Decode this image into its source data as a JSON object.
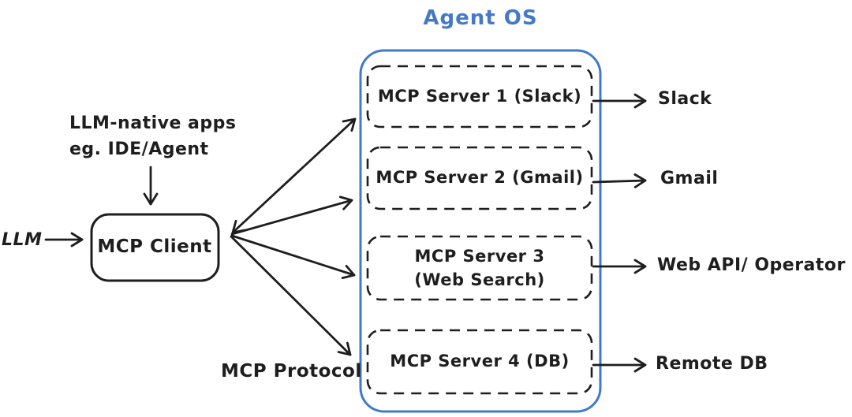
{
  "diagram": {
    "title": "Agent OS",
    "llm_label": "LLM",
    "apps_label_line1": "LLM-native apps",
    "apps_label_line2": "eg. IDE/Agent",
    "client_label": "MCP Client",
    "protocol_label": "MCP Protocol",
    "servers": [
      {
        "label": "MCP Server 1 (Slack)",
        "target": "Slack"
      },
      {
        "label": "MCP Server 2 (Gmail)",
        "target": "Gmail"
      },
      {
        "label_line1": "MCP Server 3",
        "label_line2": "(Web Search)",
        "target": "Web API/ Operator"
      },
      {
        "label": "MCP Server 4 (DB)",
        "target": "Remote DB"
      }
    ],
    "connections": [
      {
        "from": "LLM",
        "to": "MCP Client",
        "bidirectional": false
      },
      {
        "from": "LLM-native apps eg. IDE/Agent",
        "to": "MCP Client",
        "bidirectional": false
      },
      {
        "from": "MCP Client",
        "to": "MCP Server 1 (Slack)",
        "bidirectional": true,
        "label": "MCP Protocol"
      },
      {
        "from": "MCP Client",
        "to": "MCP Server 2 (Gmail)",
        "bidirectional": false,
        "label": "MCP Protocol"
      },
      {
        "from": "MCP Client",
        "to": "MCP Server 3 (Web Search)",
        "bidirectional": false,
        "label": "MCP Protocol"
      },
      {
        "from": "MCP Client",
        "to": "MCP Server 4 (DB)",
        "bidirectional": false,
        "label": "MCP Protocol"
      },
      {
        "from": "MCP Server 1 (Slack)",
        "to": "Slack",
        "bidirectional": false
      },
      {
        "from": "MCP Server 2 (Gmail)",
        "to": "Gmail",
        "bidirectional": false
      },
      {
        "from": "MCP Server 3 (Web Search)",
        "to": "Web API/ Operator",
        "bidirectional": false
      },
      {
        "from": "MCP Server 4 (DB)",
        "to": "Remote DB",
        "bidirectional": false
      }
    ],
    "colors": {
      "ink": "#1e1e1e",
      "accent_blue": "#3f7bc8"
    }
  }
}
